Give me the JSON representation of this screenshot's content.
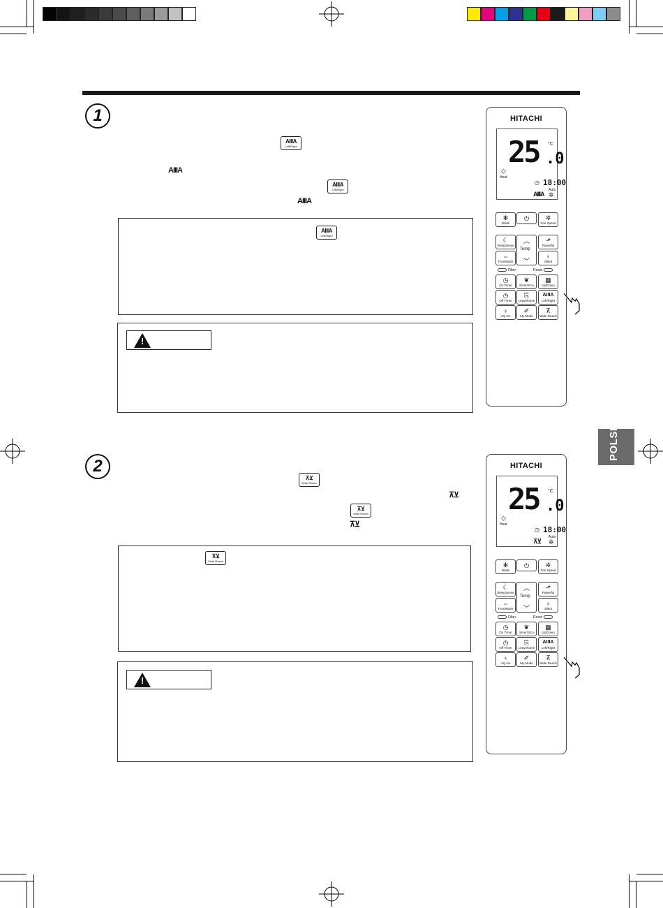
{
  "print_marks": {
    "grayscale": [
      "#050505",
      "#141414",
      "#1f1f1f",
      "#2b2b2b",
      "#3a3a3a",
      "#4a4a4a",
      "#5e5e5e",
      "#7a7a7a",
      "#9a9a9a",
      "#c2c2c2",
      "#ffffff"
    ],
    "process": [
      "#ffeb00",
      "#e6007e",
      "#00a0e9",
      "#2e3192",
      "#009944",
      "#e60012",
      "#1a1a1a",
      "#fff799",
      "#f19ec2",
      "#7ecef4",
      "#8c8c8c"
    ]
  },
  "side_tab": {
    "label": "POLSKI"
  },
  "steps": [
    {
      "number": "1",
      "inline_glyph": "AIIIA",
      "button_label": "Left/Right"
    },
    {
      "number": "2",
      "inline_glyph": "⊼⊻",
      "button_label": "Wide Reach"
    }
  ],
  "remote": {
    "brand": "HITACHI",
    "temp": "25",
    "temp_decimal": ".0",
    "unit": "°C",
    "mode": "Heat",
    "time": "18:00",
    "auto": "Auto",
    "buttons": {
      "mode": "Mode",
      "fan_speed": "Fan Speed",
      "sleep_sense": "SleepSense",
      "temp": "Temp",
      "powerful": "Powerful",
      "frost_wash": "FrostWash",
      "silent": "Silent",
      "filter": "Filter",
      "reset": "Reset",
      "on_timer": "On Timer",
      "smart_eco": "Smart Eco",
      "up_down": "Up/Down",
      "off_timer": "Off Timer",
      "leave_home": "Leavehome",
      "left_right": "Left/Right",
      "aq_ion": "AQ-ion",
      "my_mode": "My Mode",
      "wide_reach": "Wide Reach"
    }
  }
}
